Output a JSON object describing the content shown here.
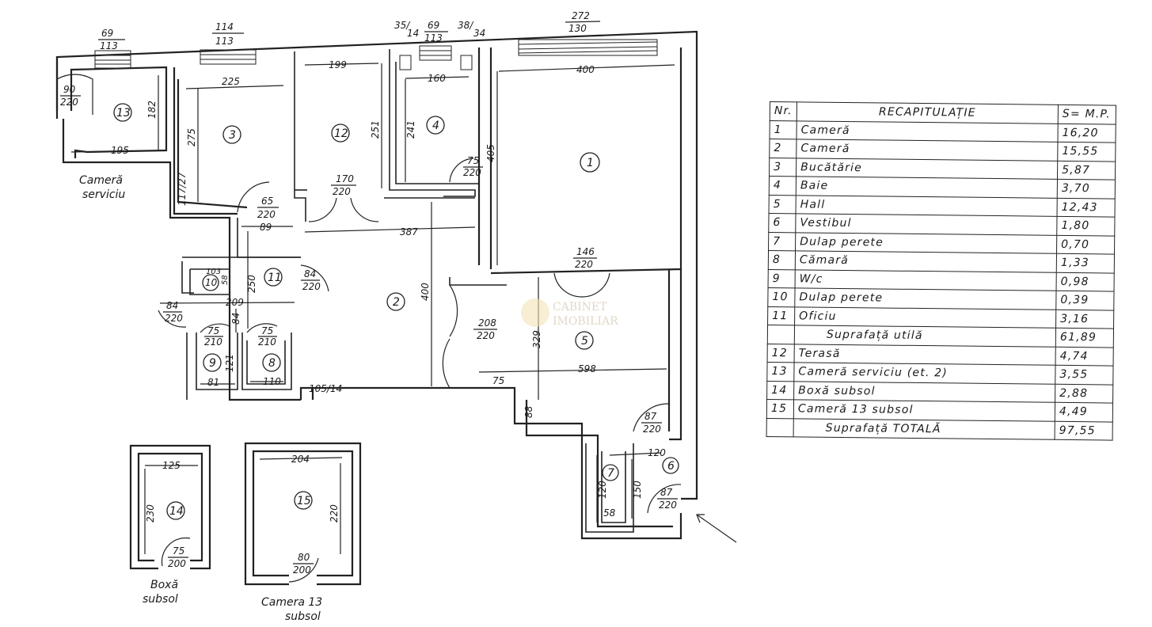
{
  "dimensions": {
    "top_windows": [
      {
        "key": "w1",
        "top": "69",
        "bottom": "113"
      },
      {
        "key": "w2",
        "top": "114",
        "bottom": "113"
      },
      {
        "key": "w3",
        "top": "35/",
        "bottom": "14"
      },
      {
        "key": "w4",
        "top": "69",
        "bottom": "113"
      },
      {
        "key": "w5",
        "top": "38/",
        "bottom": "34"
      },
      {
        "key": "w6",
        "top": "272",
        "bottom": "130"
      }
    ],
    "labels": {
      "d225": "225",
      "d199": "199",
      "d160": "160",
      "d400a": "400",
      "d195": "195",
      "d182": "182",
      "d275": "275",
      "d251": "251",
      "d241": "241",
      "d405": "405",
      "d117": "117/27",
      "d89": "89",
      "d387": "387",
      "d400b": "400",
      "d250": "250",
      "d209": "209",
      "d84": "84",
      "d103": "103",
      "d58a": "58",
      "d121": "121",
      "d81": "81",
      "d110": "110",
      "d105": "105/14",
      "d75": "75",
      "d329": "329",
      "d598": "598",
      "d88": "88",
      "d120a": "120",
      "d120b": "120",
      "d150": "150",
      "d58b": "58",
      "d125": "125",
      "d230": "230",
      "d204": "204",
      "d220": "220"
    },
    "doors": {
      "dr90": "90",
      "dr90b": "220",
      "dr65": "65",
      "dr65b": "220",
      "dr170": "170",
      "dr170b": "220",
      "dr75a": "75",
      "dr75ab": "220",
      "dr146": "146",
      "dr146b": "220",
      "dr84a": "84",
      "dr84ab": "220",
      "dr84b": "84",
      "dr84bb": "220",
      "dr75b": "75",
      "dr75bb": "210",
      "dr75c": "75",
      "dr75cb": "210",
      "dr208": "208",
      "dr208b": "220",
      "dr87a": "87",
      "dr87ab": "220",
      "dr87b": "87",
      "dr87bb": "220",
      "dr75d": "75",
      "dr75db": "200",
      "dr80": "80",
      "dr80b": "200"
    }
  },
  "rooms": {
    "r1": "1",
    "r2": "2",
    "r3": "3",
    "r4": "4",
    "r5": "5",
    "r6": "6",
    "r7": "7",
    "r8": "8",
    "r9": "9",
    "r10": "10",
    "r11": "11",
    "r12": "12",
    "r13": "13",
    "r14": "14",
    "r15": "15"
  },
  "captions": {
    "camera_serviciu_1": "Cameră",
    "camera_serviciu_2": "serviciu",
    "boxa_1": "Boxă",
    "boxa_2": "subsol",
    "camera13_1": "Camera 13",
    "camera13_2": "subsol"
  },
  "watermark": {
    "line1": "CABINET",
    "line2": "IMOBILIAR"
  },
  "recap": {
    "header": {
      "nr": "Nr.",
      "title": "RECAPITULAȚIE",
      "value": "S= M.P."
    },
    "rows": [
      {
        "nr": "1",
        "name": "Cameră",
        "value": "16,20"
      },
      {
        "nr": "2",
        "name": "Cameră",
        "value": "15,55"
      },
      {
        "nr": "3",
        "name": "Bucătărie",
        "value": "5,87"
      },
      {
        "nr": "4",
        "name": "Baie",
        "value": "3,70"
      },
      {
        "nr": "5",
        "name": "Hall",
        "value": "12,43"
      },
      {
        "nr": "6",
        "name": "Vestibul",
        "value": "1,80"
      },
      {
        "nr": "7",
        "name": "Dulap perete",
        "value": "0,70"
      },
      {
        "nr": "8",
        "name": "Cămară",
        "value": "1,33"
      },
      {
        "nr": "9",
        "name": "W/c",
        "value": "0,98"
      },
      {
        "nr": "10",
        "name": "Dulap perete",
        "value": "0,39"
      },
      {
        "nr": "11",
        "name": "Oficiu",
        "value": "3,16"
      },
      {
        "nr": "",
        "name": "Suprafață utilă",
        "value": "61,89"
      },
      {
        "nr": "12",
        "name": "Terasă",
        "value": "4,74"
      },
      {
        "nr": "13",
        "name": "Cameră serviciu (et. 2)",
        "value": "3,55"
      },
      {
        "nr": "14",
        "name": "Boxă subsol",
        "value": "2,88"
      },
      {
        "nr": "15",
        "name": "Cameră 13 subsol",
        "value": "4,49"
      },
      {
        "nr": "",
        "name": "Suprafață TOTALĂ",
        "value": "97,55"
      }
    ]
  }
}
